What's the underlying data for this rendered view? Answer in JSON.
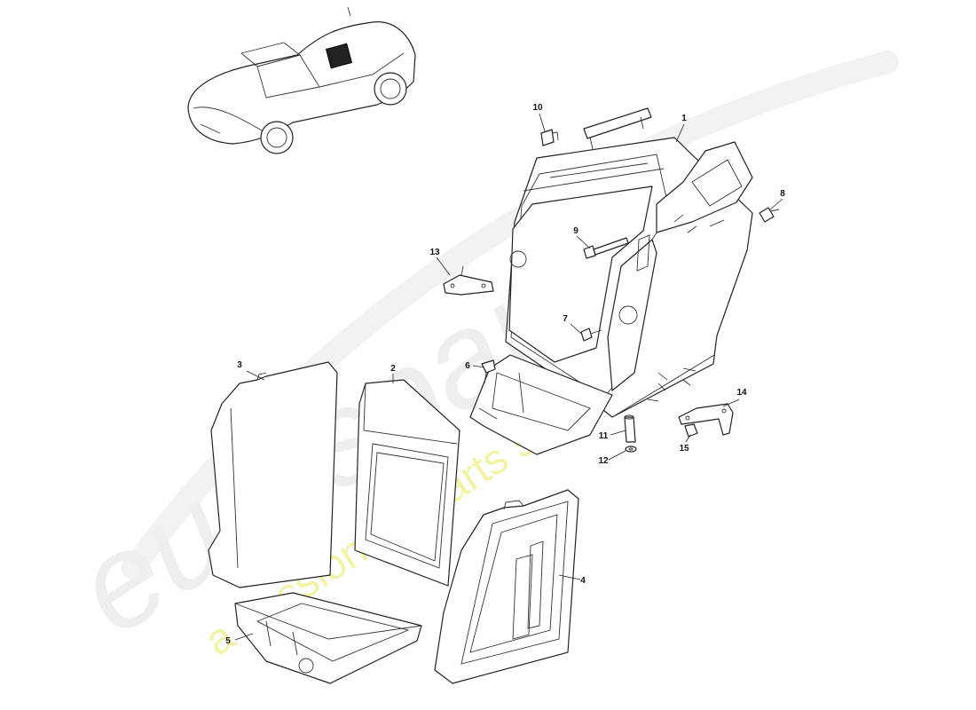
{
  "watermark": {
    "logo_text": "eurospares",
    "tagline": "a passion for parts since 1985"
  },
  "callouts": [
    {
      "id": "c1",
      "text": "1"
    },
    {
      "id": "c2",
      "text": "2"
    },
    {
      "id": "c3",
      "text": "3"
    },
    {
      "id": "c4",
      "text": "4"
    },
    {
      "id": "c5",
      "text": "5"
    },
    {
      "id": "c6",
      "text": "6"
    },
    {
      "id": "c7",
      "text": "7"
    },
    {
      "id": "c8",
      "text": "8"
    },
    {
      "id": "c9",
      "text": "9"
    },
    {
      "id": "c10",
      "text": "10"
    },
    {
      "id": "c11",
      "text": "11"
    },
    {
      "id": "c12",
      "text": "12"
    },
    {
      "id": "c13",
      "text": "13"
    },
    {
      "id": "c14",
      "text": "14"
    },
    {
      "id": "c15",
      "text": "15"
    }
  ]
}
